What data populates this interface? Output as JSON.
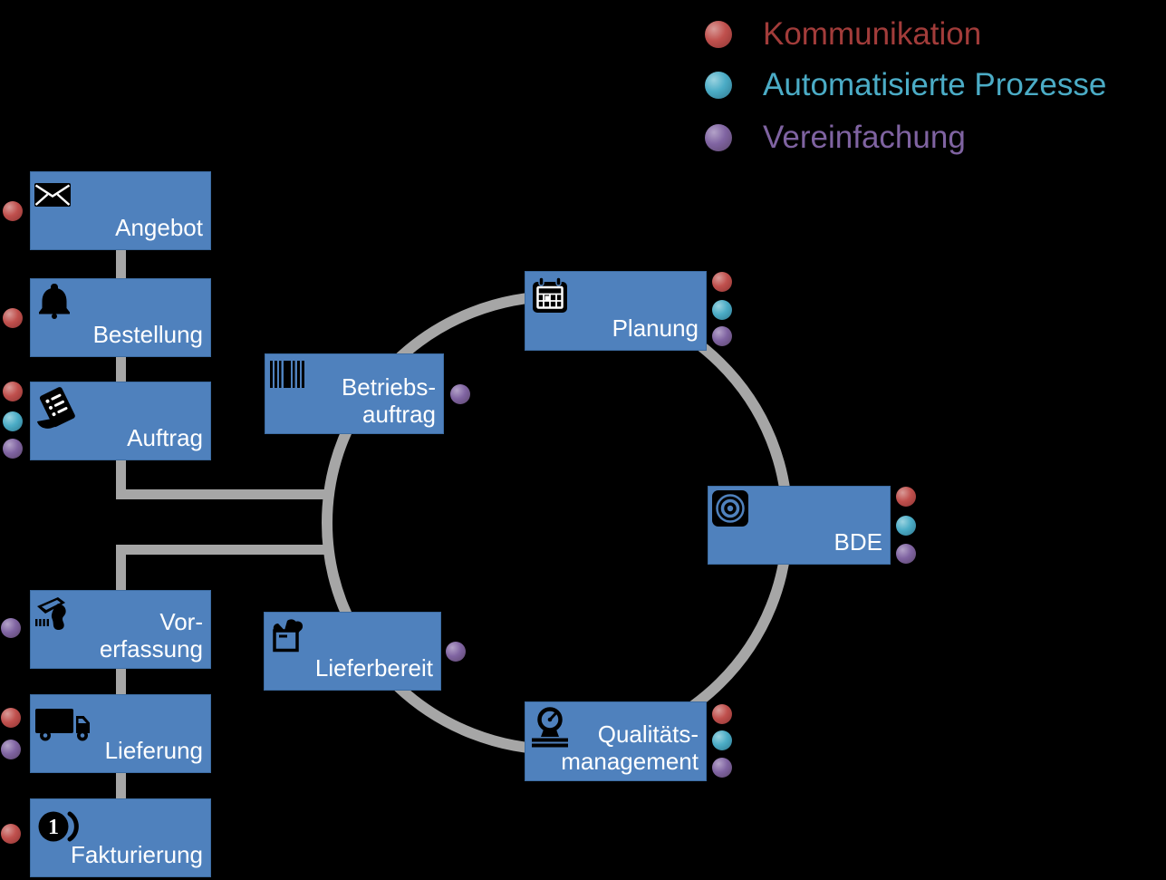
{
  "legend": {
    "kommunikation": "Kommunikation",
    "automatisierte_prozesse": "Automatisierte Prozesse",
    "vereinfachung": "Vereinfachung"
  },
  "boxes": {
    "angebot": {
      "label": "Angebot",
      "icon": "envelope",
      "categories": [
        "Kommunikation"
      ]
    },
    "bestellung": {
      "label": "Bestellung",
      "icon": "bell",
      "categories": [
        "Kommunikation"
      ]
    },
    "auftrag": {
      "label": "Auftrag",
      "icon": "document-list",
      "categories": [
        "Kommunikation",
        "Automatisierte Prozesse",
        "Vereinfachung"
      ]
    },
    "vorerfassung": {
      "line1": "Vor-",
      "line2": "erfassung",
      "icon": "barcode-scanner",
      "categories": [
        "Vereinfachung"
      ]
    },
    "lieferung": {
      "label": "Lieferung",
      "icon": "truck",
      "categories": [
        "Kommunikation",
        "Vereinfachung"
      ]
    },
    "fakturierung": {
      "label": "Fakturierung",
      "icon": "coin",
      "coin_number": "1",
      "categories": [
        "Kommunikation"
      ]
    },
    "betriebsauftrag": {
      "line1": "Betriebs-",
      "line2": "auftrag",
      "icon": "barcode",
      "categories": [
        "Vereinfachung"
      ]
    },
    "planung": {
      "label": "Planung",
      "icon": "calendar",
      "categories": [
        "Kommunikation",
        "Automatisierte Prozesse",
        "Vereinfachung"
      ]
    },
    "bde": {
      "label": "BDE",
      "icon": "target",
      "categories": [
        "Kommunikation",
        "Automatisierte Prozesse",
        "Vereinfachung"
      ]
    },
    "qualitaetsmanagement": {
      "line1": "Qualitäts-",
      "line2": "management",
      "icon": "gauge",
      "categories": [
        "Kommunikation",
        "Automatisierte Prozesse",
        "Vereinfachung"
      ]
    },
    "lieferbereit": {
      "label": "Lieferbereit",
      "icon": "open-box",
      "categories": [
        "Vereinfachung"
      ]
    }
  },
  "colors": {
    "background": "#000000",
    "box_fill": "#4F81BD",
    "connector_gray": "#A6A6A6",
    "dot_red": "#C0504D",
    "dot_teal": "#4BACC6",
    "dot_purple": "#8064A2",
    "legend_red_text": "#A23C3A",
    "legend_teal_text": "#4BACC6",
    "legend_purple_text": "#7F63A1",
    "label_text": "#FFFFFF"
  }
}
